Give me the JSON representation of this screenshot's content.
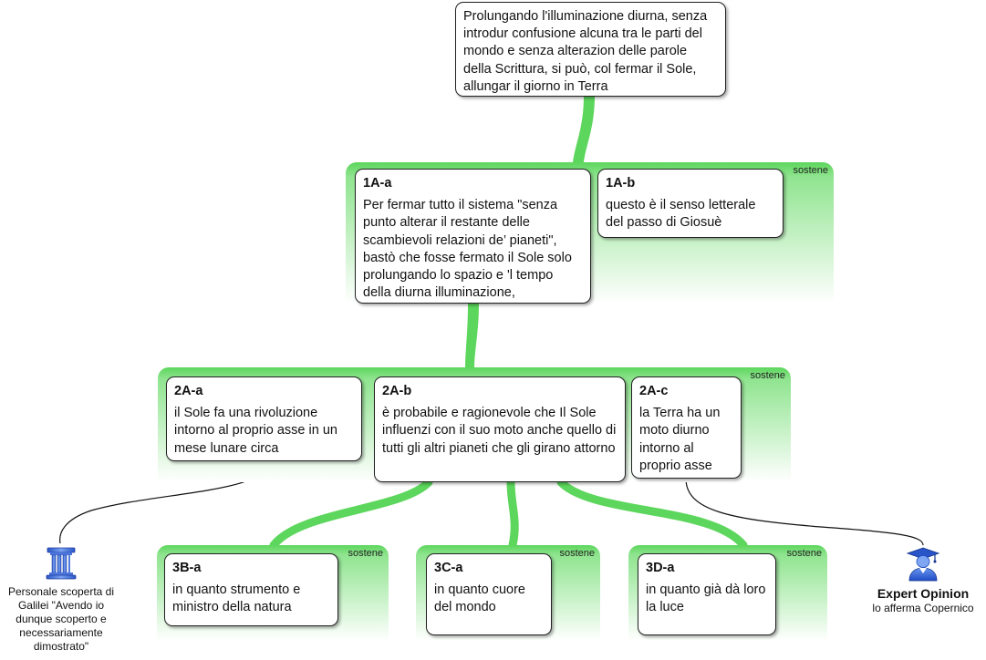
{
  "claim": {
    "text": "Prolungando l'illuminazione diurna, senza introdur confusione alcuna tra le parti del mondo e senza alterazion delle parole della Scrittura, si può, col fermar il Sole, allungar il giorno in Terra"
  },
  "groups": {
    "g1": {
      "label": "sostene"
    },
    "g2": {
      "label": "sostene"
    },
    "g3": {
      "label": "sostene"
    },
    "g4": {
      "label": "sostene"
    },
    "g5": {
      "label": "sostene"
    }
  },
  "nodes": {
    "n1Aa": {
      "id": "1A-a",
      "text": "Per fermar tutto il sistema \"senza punto alterar il restante delle scambievoli relazioni de’ pianeti\", bastò che fosse fermato il Sole solo prolungando lo spazio e 'l tempo della diurna illuminazione,"
    },
    "n1Ab": {
      "id": "1A-b",
      "text": "questo è il senso letterale del passo di Giosuè"
    },
    "n2Aa": {
      "id": "2A-a",
      "text": "il Sole fa una rivoluzione intorno al proprio asse in un mese lunare circa"
    },
    "n2Ab": {
      "id": "2A-b",
      "text": "è probabile e ragionevole che Il Sole influenzi con il suo moto anche quello di tutti gli altri pianeti che gli girano attorno"
    },
    "n2Ac": {
      "id": "2A-c",
      "text": "la Terra ha un moto diurno intorno al proprio asse"
    },
    "n3Ba": {
      "id": "3B-a",
      "text": "in quanto strumento e ministro della natura"
    },
    "n3Ca": {
      "id": "3C-a",
      "text": "in quanto cuore del mondo"
    },
    "n3Da": {
      "id": "3D-a",
      "text": "in quanto già dà loro la luce"
    }
  },
  "evidence": {
    "personal": {
      "icon": "museum-pillar-icon",
      "caption": "Personale scoperta di Galilei \"Avendo io dunque scoperto e necessariamente dimostrato\""
    },
    "expert": {
      "icon": "graduate-person-icon",
      "title": "Expert Opinion",
      "caption": "lo afferma Copernico"
    }
  },
  "colors": {
    "connector": "#5cd65c",
    "group_top": "#5cd65c",
    "border": "#222222",
    "link": "#111111"
  }
}
